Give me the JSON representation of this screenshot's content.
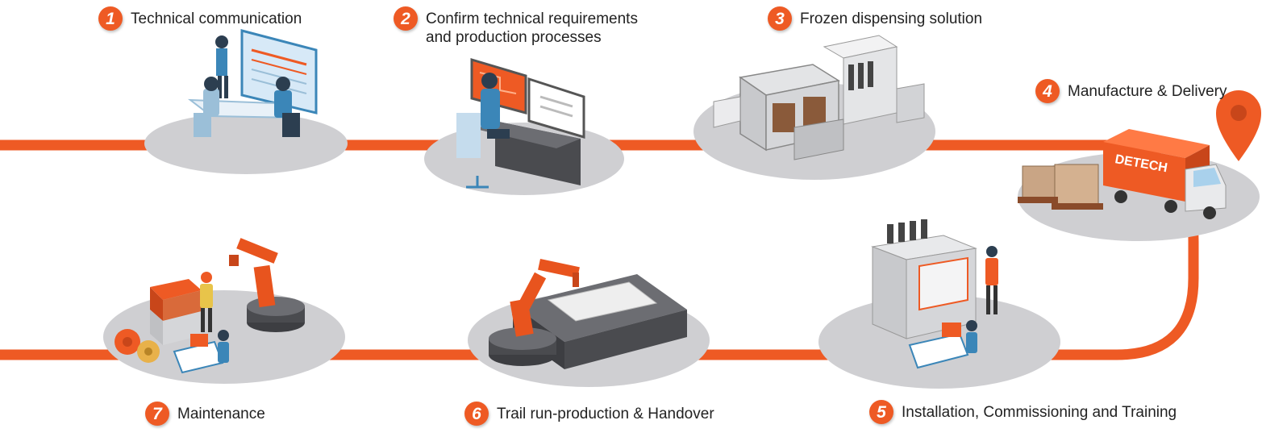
{
  "colors": {
    "accent": "#ee5a24",
    "platform": "#cfcfd2",
    "machine_grey": "#d5d6d9",
    "dark_grey": "#4a4b4f",
    "robot_orange": "#e8541e",
    "shirt_blue": "#3b86b8",
    "screen_blue": "#d7e9f7"
  },
  "steps": [
    {
      "number": "1",
      "lines": [
        "Technical communication"
      ],
      "icon": "meeting-icon"
    },
    {
      "number": "2",
      "lines": [
        "Confirm technical requirements",
        "and production processes"
      ],
      "icon": "engineer-workstation-icon"
    },
    {
      "number": "3",
      "lines": [
        "Frozen dispensing solution"
      ],
      "icon": "dispensing-machine-icon"
    },
    {
      "number": "4",
      "lines": [
        "Manufacture & Delivery"
      ],
      "icon": "delivery-truck-icon"
    },
    {
      "number": "5",
      "lines": [
        "Installation, Commissioning and Training"
      ],
      "icon": "installation-icon"
    },
    {
      "number": "6",
      "lines": [
        "Trail run-production & Handover"
      ],
      "icon": "robot-arm-icon"
    },
    {
      "number": "7",
      "lines": [
        "Maintenance"
      ],
      "icon": "maintenance-icon"
    }
  ],
  "truck_logo": "DETECH"
}
